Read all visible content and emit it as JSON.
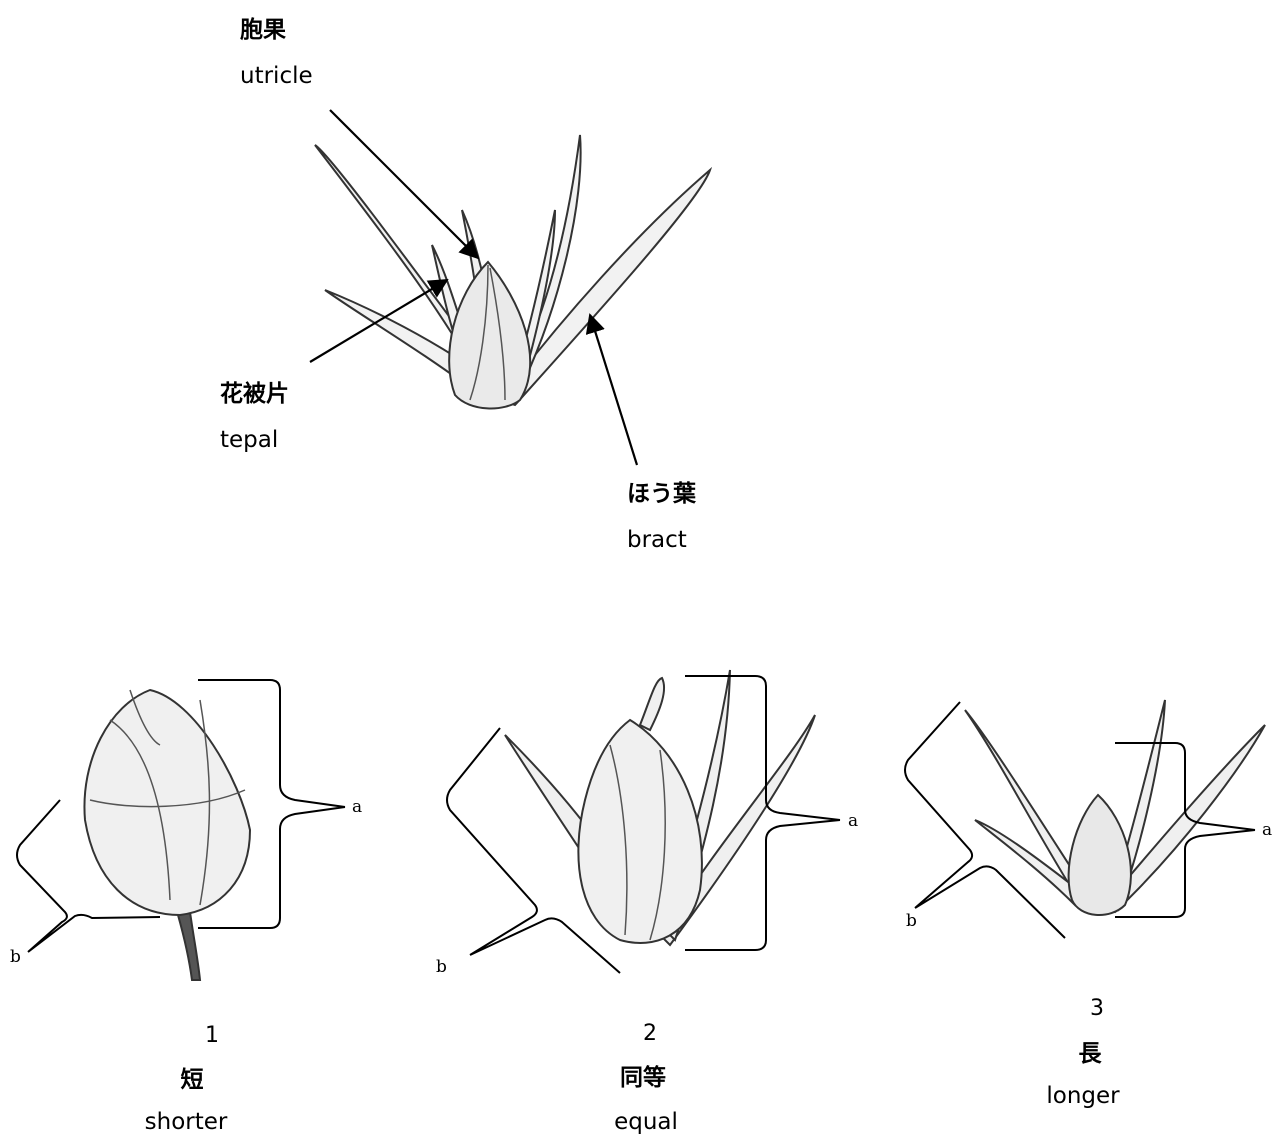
{
  "top_figure": {
    "labels": {
      "utricle": {
        "jp": "胞果",
        "en": "utricle"
      },
      "tepal": {
        "jp": "花被片",
        "en": "tepal"
      },
      "bract": {
        "jp": "ほう葉",
        "en": "bract"
      }
    }
  },
  "comparison_figures": [
    {
      "number": "1",
      "jp": "短",
      "en": "shorter",
      "bracket_a": "a",
      "bracket_b": "b"
    },
    {
      "number": "2",
      "jp": "同等",
      "en": "equal",
      "bracket_a": "a",
      "bracket_b": "b"
    },
    {
      "number": "3",
      "jp": "長",
      "en": "longer",
      "bracket_a": "a",
      "bracket_b": "b"
    }
  ],
  "colors": {
    "ink": "#000000",
    "sketch_fill": "#f2f2f2",
    "sketch_stroke": "#333333"
  }
}
